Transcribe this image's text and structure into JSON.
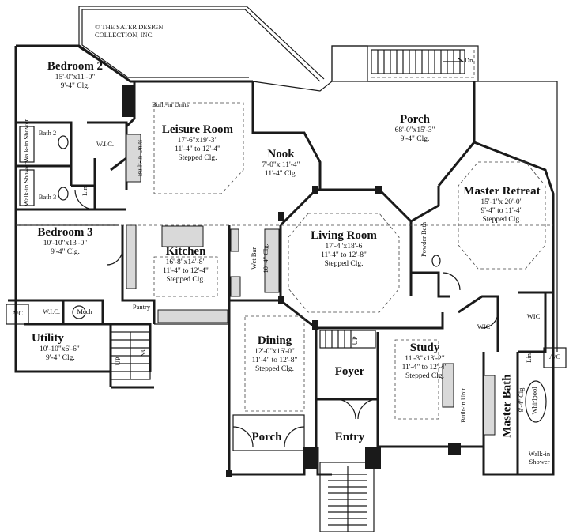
{
  "copyright": {
    "line1": "THE SATER DESIGN",
    "line2": "COLLECTION, INC.",
    "symbol": "©"
  },
  "rooms": {
    "bedroom2": {
      "name": "Bedroom 2",
      "dims": "15'-0\"x11'-0\"",
      "ceiling": "9'-4\" Clg."
    },
    "leisure": {
      "name": "Leisure Room",
      "dims": "17'-6\"x19'-3\"",
      "ceiling1": "11'-4\" to 12'-4\"",
      "ceiling2": "Stepped Clg."
    },
    "porch_rear": {
      "name": "Porch",
      "dims": "68'-0\"x15'-3\"",
      "ceiling": "9'-4\" Clg."
    },
    "nook": {
      "name": "Nook",
      "dims": "7'-0\"x 11'-4\"",
      "ceiling": "11'-4\" Clg."
    },
    "master_retreat": {
      "name": "Master Retreat",
      "dims": "15'-1\"x 20'-0\"",
      "ceiling1": "9'-4\" to 11'-4\"",
      "ceiling2": "Stepped Clg."
    },
    "living": {
      "name": "Living Room",
      "dims": "17'-4\"x18'-6",
      "ceiling1": "11'-4\" to 12'-8\"",
      "ceiling2": "Stepped Clg."
    },
    "bedroom3": {
      "name": "Bedroom 3",
      "dims": "10'-10\"x13'-0\"",
      "ceiling": "9'-4\" Clg."
    },
    "kitchen": {
      "name": "Kitchen",
      "dims": "16'-8\"x14'-8\"",
      "ceiling1": "11'-4\" to 12'-4\"",
      "ceiling2": "Stepped Clg."
    },
    "dining": {
      "name": "Dining",
      "dims": "12'-0\"x16'-0\"",
      "ceiling1": "11'-4\" to 12'-8\"",
      "ceiling2": "Stepped Clg."
    },
    "study": {
      "name": "Study",
      "dims": "11'-3\"x13'-2\"",
      "ceiling1": "11'-4\" to 12'-4\"",
      "ceiling2": "Stepped Clg."
    },
    "utility": {
      "name": "Utility",
      "dims": "10'-10\"x6'-6\"",
      "ceiling": "9'-4\" Clg."
    },
    "foyer": {
      "name": "Foyer"
    },
    "entry": {
      "name": "Entry"
    },
    "porch_front": {
      "name": "Porch"
    },
    "master_bath": {
      "name": "Master Bath",
      "ceiling": "9'-4\" Clg."
    }
  },
  "small_labels": {
    "builtin_units_top": "Built-in Units",
    "builtin_units_side": "Built-in Units",
    "wic_top": "W.I.C.",
    "bath2": "Bath 2",
    "bath3": "Bath 3",
    "walkin_shower_a": "Walk-in Shower",
    "walkin_shower_b": "Walk-in Shower",
    "lin_left": "Lin.",
    "wet_bar": "Wet Bar",
    "wet_bar_clg": "10'-4\" Clg.",
    "pantry": "Pantry",
    "powder_bath": "Powder Bath",
    "ac_left": "A/C",
    "wic_left": "W.I.C.",
    "mech": "Mech",
    "up_left": "UP",
    "dn_left": "DN",
    "up_foyer": "UP",
    "wic_master1": "WIC",
    "wic_master2": "WIC",
    "lin_right": "Lin.",
    "ac_right": "A/C",
    "builtin_unit_study": "Built-in Unit",
    "whirlpool": "Whirlpool",
    "walkin_shower_master": "Walk-in Shower",
    "dn_porch": "Dn."
  }
}
